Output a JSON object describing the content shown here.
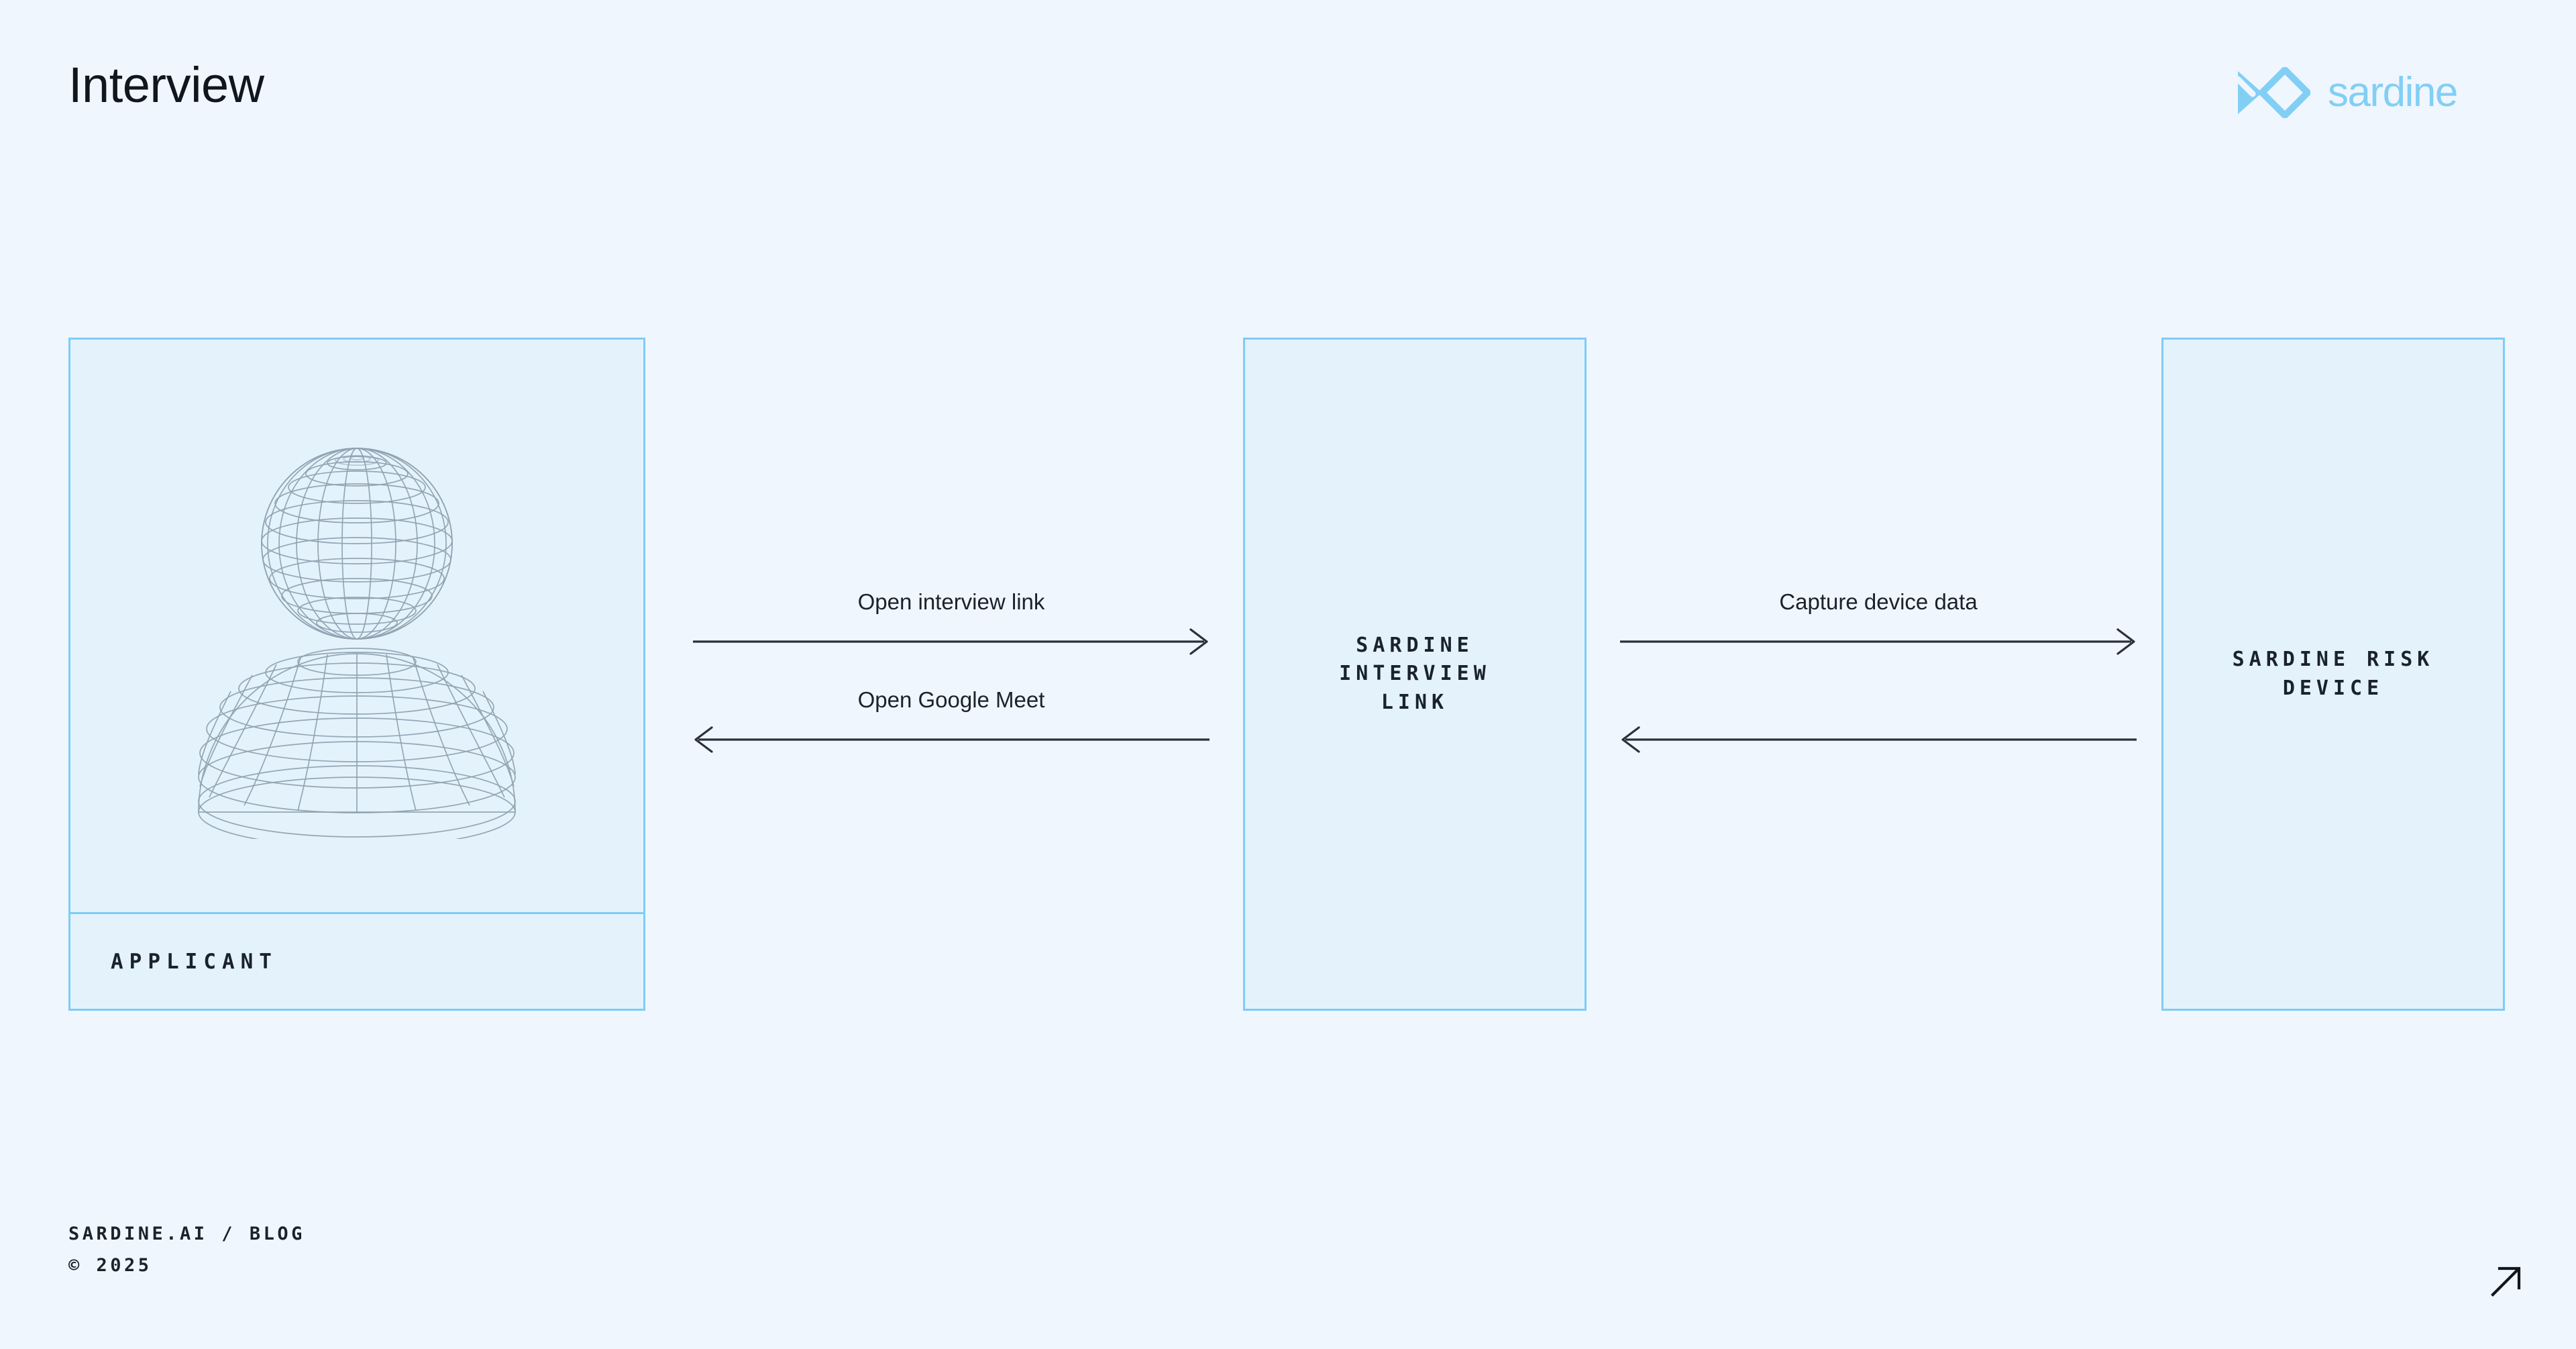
{
  "page": {
    "title": "Interview",
    "background_color": "#F0F6FE",
    "node_fill_color": "#E4F2FC",
    "node_border_color": "#7DCDF5",
    "text_color": "#1A222B",
    "brand_color": "#82CFF5",
    "wireframe_color": "#8FA2B0"
  },
  "brand": {
    "wordmark": "sardine",
    "mark_icon": "sardine-fish-logo-icon"
  },
  "diagram": {
    "nodes": [
      {
        "id": "applicant",
        "label": "APPLICANT",
        "illustration_icon": "wireframe-person-avatar-icon"
      },
      {
        "id": "interview-link",
        "label": "SARDINE\nINTERVIEW\nLINK"
      },
      {
        "id": "risk-device",
        "label": "SARDINE RISK\nDEVICE"
      }
    ],
    "connectors": [
      {
        "id": "open-interview-link",
        "label": "Open interview link",
        "direction": "right",
        "from": "applicant",
        "to": "interview-link"
      },
      {
        "id": "open-google-meet",
        "label": "Open Google Meet",
        "direction": "left",
        "from": "interview-link",
        "to": "applicant"
      },
      {
        "id": "capture-device-data",
        "label": "Capture device data",
        "direction": "right",
        "from": "interview-link",
        "to": "risk-device"
      },
      {
        "id": "device-response",
        "label": "",
        "direction": "left",
        "from": "risk-device",
        "to": "interview-link"
      }
    ]
  },
  "footer": {
    "source": "SARDINE.AI / BLOG",
    "copyright": "© 2025",
    "link_arrow_icon": "arrow-up-right-icon"
  }
}
